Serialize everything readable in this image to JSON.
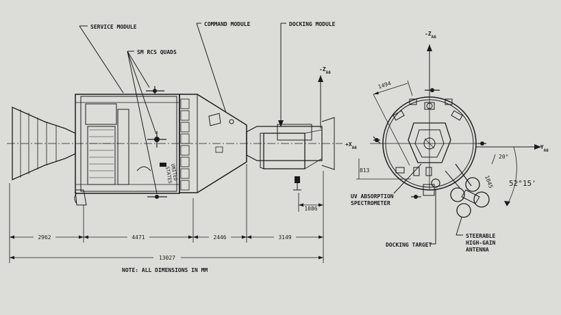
{
  "labels": {
    "service_module": "SERVICE MODULE",
    "command_module": "COMMAND MODULE",
    "docking_module": "DOCKING MODULE",
    "sm_rcs_quads": "SM RCS QUADS",
    "uv_line1": "UV ABSORPTION",
    "uv_line2": "SPECTROMETER",
    "docking_target": "DOCKING TARGET",
    "antenna_line1": "STEERABLE",
    "antenna_line2": "HIGH-GAIN",
    "antenna_line3": "ANTENNA",
    "united_states_line1": "UNITED",
    "united_states_line2": "STATES"
  },
  "axes": {
    "zaxis_side": "-Z",
    "zaxis_side_sub": "A6",
    "zaxis_end": "-Z",
    "zaxis_end_sub": "A6",
    "xaxis": "+X",
    "xaxis_sub": "A6",
    "yaxis": "-Y",
    "yaxis_sub": "A6"
  },
  "dimensions": {
    "d1": "2962",
    "d2": "4471",
    "d3": "2446",
    "d4": "3149",
    "total": "13027",
    "docking_offset": "1086",
    "end_top": "1494",
    "end_left": "813",
    "end_right": "1045",
    "angle_small": "20°",
    "angle_large": "52°15'"
  },
  "note": "NOTE:  ALL DIMENSIONS IN MM"
}
